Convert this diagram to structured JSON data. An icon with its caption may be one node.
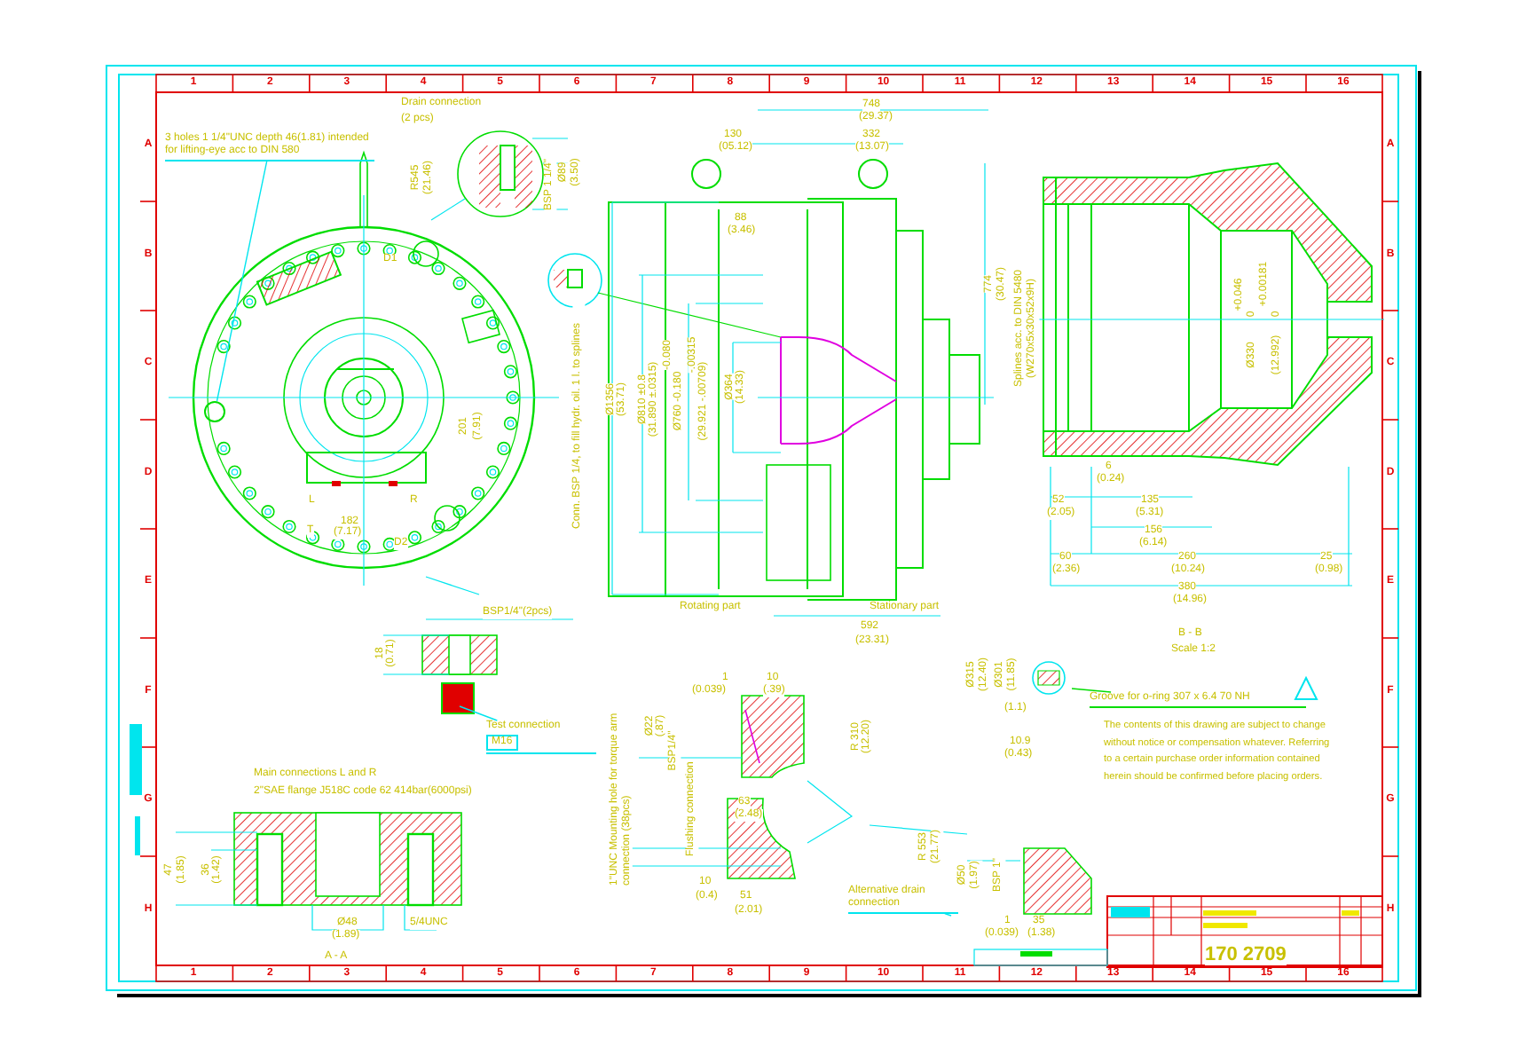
{
  "diagram": {
    "nodes": [
      {
        "text": [
          "3 holes 1 1/4\"UNC depth 46(1.81) intended for lifting-eye acc to DIN 580"
        ]
      },
      {
        "text": [
          "Test connection",
          "M16"
        ]
      },
      {
        "text": [
          "Alternative drain connection"
        ]
      },
      {
        "text": [
          "Groove for o-ring 307 x 6.4 70 NH"
        ]
      },
      {
        "text": [],
        "shape": "circle"
      }
    ],
    "edges": [
      {
        "from": 0,
        "to": 4,
        "arrow": "none"
      },
      {
        "from": 1,
        "to": null,
        "arrow": "none"
      },
      {
        "from": 2,
        "to": null,
        "arrow": "none"
      },
      {
        "from": 3,
        "to": null,
        "arrow": "none",
        "color": "#00dd00"
      }
    ],
    "labels": [
      "Drain connection",
      "(2 pcs)",
      "R545",
      "(21.46)",
      "BSP 1 1/4\"",
      "Ø89",
      "(3.50)",
      "D1",
      "201",
      "(7.91)",
      "L",
      "R",
      "T",
      "D2",
      "182",
      "(7.17)",
      "Conn. BSP 1/4, to fill hydr. oil. 1 l. to splines",
      "748",
      "(29.37)",
      "130",
      "(05.12)",
      "332",
      "(13.07)",
      "88",
      "(3.46)",
      "774",
      "(30.47)",
      "Splines acc. to DIN 5480",
      "(W270x5x30x52x9H)",
      "Ø1356",
      "(53.71)",
      "Ø810 ±0.8",
      "(31.890 ±.0315)",
      "-0.080",
      "Ø760 -0.180",
      "-.00315",
      "(29.921 -.00709)",
      "Ø364",
      "(14.33)",
      "Rotating part",
      "Stationary part",
      "592",
      "(23.31)",
      "+0.046",
      "0",
      "Ø330",
      "+0.00181",
      "0",
      "(12.992)",
      "6",
      "(0.24)",
      "52",
      "(2.05)",
      "135",
      "(5.31)",
      "156",
      "(6.14)",
      "60",
      "(2.36)",
      "260",
      "(10.24)",
      "25",
      "(0.98)",
      "380",
      "(14.96)",
      "B - B",
      "Scale 1:2",
      "BSP1/4\"(2pcs)",
      "18",
      "(0.71)",
      "Main connections L and R",
      "2\"SAE flange J518C code 62 414bar(6000psi)",
      "47",
      "(1.85)",
      "36",
      "(1.42)",
      "Ø48",
      "(1.89)",
      "5/4UNC",
      "A - A",
      "1",
      "(0.039)",
      "10",
      "(.39)",
      "Ø22",
      "(.87)",
      "BSP1/4\"",
      "R 310",
      "(12.20)",
      "Flushing connection",
      "1\"UNC Mounting hole for torque arm connection (38pcs)",
      "63",
      "(2.48)",
      "10",
      "(0.4)",
      "51",
      "(2.01)",
      "R 553",
      "(21.77)",
      "Ø50",
      "(1.97)",
      "BSP 1\"",
      "1",
      "(0.039)",
      "35",
      "(1.38)",
      "Ø315",
      "(12.40)",
      "Ø301",
      "(11.85)",
      "(1.1)",
      "10.9",
      "(0.43)",
      "The contents of this drawing are subject to change without notice or compensation whatever. Referring to a certain purchase order information contained herein should be confirmed before placing orders.",
      "170 2709",
      "1",
      "2",
      "3",
      "4",
      "5",
      "6",
      "7",
      "8",
      "9",
      "10",
      "11",
      "12",
      "13",
      "14",
      "15",
      "16",
      "1",
      "2",
      "3",
      "4",
      "5",
      "6",
      "7",
      "8",
      "9",
      "10",
      "11",
      "12",
      "13",
      "14",
      "15",
      "16",
      "A",
      "B",
      "C",
      "D",
      "E",
      "F",
      "G",
      "H",
      "A",
      "B",
      "C",
      "D",
      "E",
      "F",
      "G",
      "H"
    ]
  }
}
